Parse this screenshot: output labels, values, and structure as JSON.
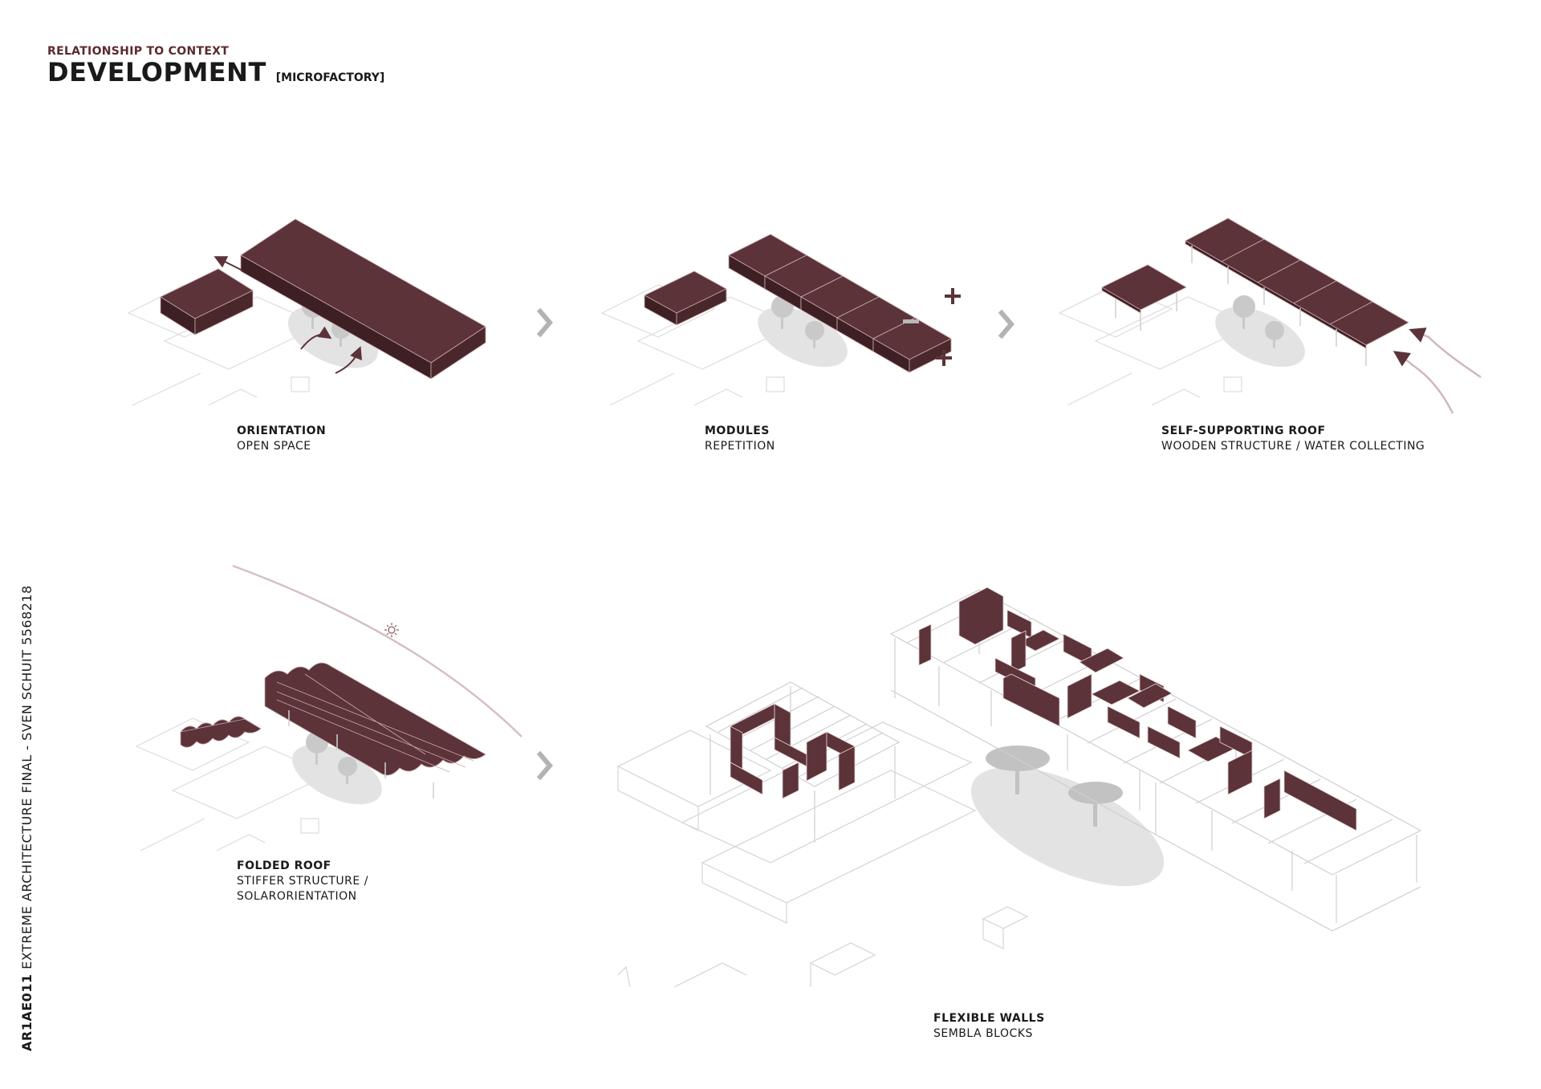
{
  "header": {
    "kicker_strong": "RELATIONSHIP",
    "kicker_rest": "TO CONTEXT",
    "title": "DEVELOPMENT",
    "subtitle": "[MICROFACTORY]"
  },
  "side_credit": {
    "code": "AR1AE011",
    "text": "EXTREME ARCHITECTURE FINAL  -  SVEN SCHUIT 5568218"
  },
  "steps": [
    {
      "title": "ORIENTATION",
      "lines": [
        "OPEN SPACE"
      ]
    },
    {
      "title": "MODULES",
      "lines": [
        "REPETITION"
      ]
    },
    {
      "title": "SELF-SUPPORTING ROOF",
      "lines": [
        "WOODEN STRUCTURE / WATER COLLECTING"
      ]
    },
    {
      "title": "FOLDED ROOF",
      "lines": [
        "STIFFER STRUCTURE /",
        "SOLARORIENTATION"
      ]
    },
    {
      "title": "FLEXIBLE WALLS",
      "lines": [
        "SEMBLA BLOCKS"
      ]
    }
  ],
  "colors": {
    "accent": "#5b3338",
    "accent_dark": "#3e1f23",
    "context_line": "#dcdcdc",
    "shadow": "#e3e3e3",
    "arrow": "#b3b3b3"
  },
  "icons": [
    "arrow-right-icon",
    "plus-icon",
    "minus-icon",
    "sun-icon",
    "tree-icon"
  ]
}
